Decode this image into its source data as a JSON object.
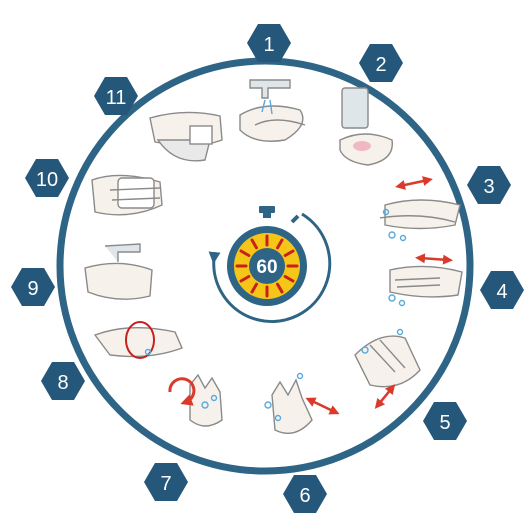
{
  "steps": [
    {
      "number": "1",
      "depicts": "wet-hands-under-tap"
    },
    {
      "number": "2",
      "depicts": "apply-soap-from-dispenser"
    },
    {
      "number": "3",
      "depicts": "rub-palm-to-palm"
    },
    {
      "number": "4",
      "depicts": "rub-back-of-hands"
    },
    {
      "number": "5",
      "depicts": "interlace-fingers"
    },
    {
      "number": "6",
      "depicts": "rub-fingertips"
    },
    {
      "number": "7",
      "depicts": "rotational-rubbing-thumbs"
    },
    {
      "number": "8",
      "depicts": "rub-wrists"
    },
    {
      "number": "9",
      "depicts": "rinse-hands"
    },
    {
      "number": "10",
      "depicts": "dry-hands-with-towel"
    },
    {
      "number": "11",
      "depicts": "turn-off-tap-with-towel"
    }
  ],
  "timer": {
    "value": "60",
    "icon": "stopwatch-icon"
  },
  "colors": {
    "ring": "#2e6485",
    "hexagon": "#24577a",
    "timer_face": "#f5c518",
    "timer_ticks": "#c8201d",
    "arrow_accent": "#d93a2b",
    "bubbles": "#5aa9dd",
    "skin_line": "#8a8a8a"
  }
}
